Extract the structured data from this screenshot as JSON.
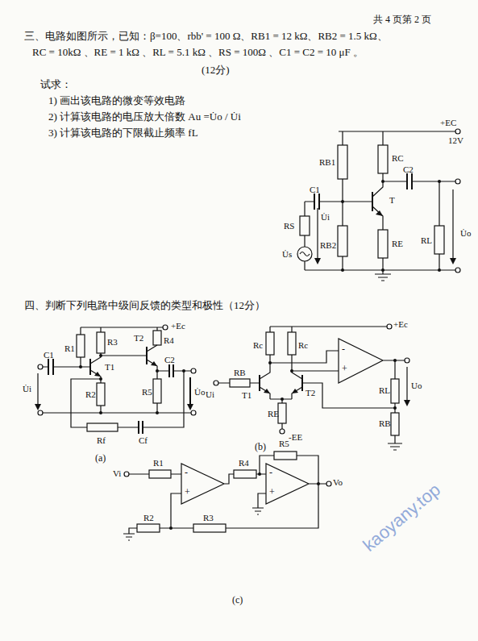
{
  "diagram": {
    "labels": [
      "共 4 页第 2 页",
      "三、电路如图所示，已知：β=100、rbb' = 100 Ω、RB1 = 12 kΩ、RB2 = 1.5 kΩ、",
      "RC = 10kΩ 、RE = 1 kΩ 、RL = 5.1 kΩ 、RS = 100Ω 、C1 = C2 = 10 μF 。",
      "(12分)",
      "试求：",
      "1) 画出该电路的微变等效电路",
      "2) 计算该电路的电压放大倍数 Au =U̇o / U̇i",
      "3) 计算该电路的下限截止频率 fL",
      "+EC",
      "12V",
      "RB1",
      "RC",
      "C2",
      "C1",
      "T",
      "RS",
      "U̇i",
      "U̇s",
      "RB2",
      "RE",
      "RL",
      "U̇o",
      "四、判断下列电路中级间反馈的类型和极性（12分）",
      "R1",
      "R3",
      "R4",
      "+Ec",
      "C1",
      "T1",
      "T2",
      "C2",
      "U̇i",
      "R2",
      "R5",
      "U̇o",
      "Rf",
      "Cf",
      "(a)",
      "+Ec",
      "Rc",
      "Rc",
      "-",
      "+",
      "RL",
      "Uo",
      "RB",
      "Ui",
      "T1",
      "T2",
      "RE",
      "-EE",
      "RB",
      "(b)",
      "R5",
      "Vi",
      "R1",
      "-",
      "+",
      "R4",
      "-",
      "+",
      "Vo",
      "R2",
      "R3",
      "(c)",
      "kaoyany.top"
    ]
  }
}
